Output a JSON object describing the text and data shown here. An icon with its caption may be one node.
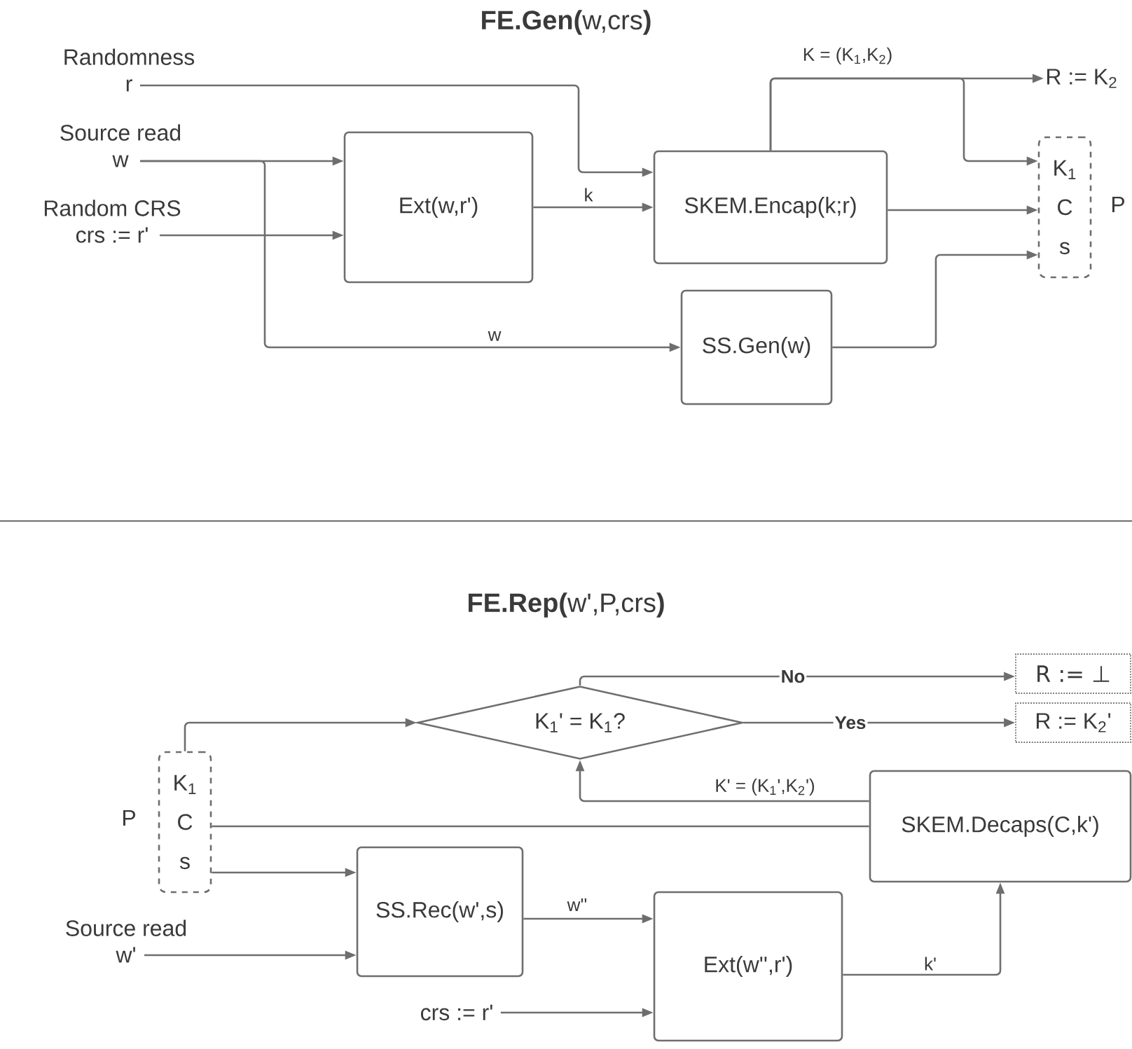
{
  "diagram": {
    "title": "**FE.Gen(**w,crs**)**",
    "nodes": [
      {
        "text": [
          "Randomness r"
        ]
      },
      {
        "text": [
          "Source read w"
        ]
      },
      {
        "text": [
          "Random CRS crs := r'"
        ]
      },
      {
        "text": [
          "Ext(w,r')"
        ]
      },
      {
        "text": [
          "SKEM.Encap(k;r)"
        ]
      },
      {
        "text": [
          "SS.Gen(w)"
        ]
      },
      {
        "text": [
          "R := K$_{2}$"
        ]
      },
      {
        "text": [
          "K$_{1}$",
          "C",
          "s"
        ],
        "beside": [
          "P"
        ]
      },
      {
        "text": [
          "K$_{1}$",
          "C",
          "s"
        ],
        "beside": [
          "P"
        ]
      },
      {
        "text": [
          "K$_{1}$' = K$_{1}$?"
        ]
      },
      {
        "text": [
          "R := ⊥"
        ]
      },
      {
        "text": [
          "R := K$_{2}$'"
        ]
      },
      {
        "text": [
          "SKEM.Decaps(C,k')"
        ]
      },
      {
        "text": [
          "SS.Rec(w',s)"
        ]
      },
      {
        "text": [
          "Source read w'"
        ]
      },
      {
        "text": [
          "Ext(w'',r')"
        ]
      },
      {
        "text": [
          "crs := r'"
        ]
      }
    ],
    "edges": [
      {
        "from": 0,
        "to": 4,
        "arrow": "to"
      },
      {
        "from": 1,
        "to": 3,
        "arrow": "to"
      },
      {
        "from": 1,
        "to": 5,
        "arrow": "to",
        "label": "w"
      },
      {
        "from": 2,
        "to": 3,
        "arrow": "to"
      },
      {
        "from": 3,
        "to": 4,
        "arrow": "to",
        "label": "k"
      },
      {
        "from": 4,
        "to": 6,
        "arrow": "to",
        "label": "K = (K$_{1}$,K$_{2}$)"
      },
      {
        "from": 4,
        "to": 7,
        "arrow": "to"
      },
      {
        "from": 4,
        "to": 7,
        "arrow": "to"
      },
      {
        "from": 5,
        "to": 7,
        "arrow": "to"
      },
      {
        "from": 8,
        "to": 9,
        "arrow": "to"
      },
      {
        "from": 9,
        "to": 10,
        "arrow": "to",
        "label": "No"
      },
      {
        "from": 9,
        "to": 11,
        "arrow": "to",
        "label": "Yes"
      },
      {
        "from": 12,
        "to": 9,
        "arrow": "to",
        "label": "K' = (K$_{1}$',K$_{2}$')"
      },
      {
        "from": 8,
        "to": 12,
        "arrow": "none"
      },
      {
        "from": 8,
        "to": 13,
        "arrow": "to"
      },
      {
        "from": 14,
        "to": 13,
        "arrow": "to"
      },
      {
        "from": 13,
        "to": 15,
        "arrow": "to",
        "label": "w''"
      },
      {
        "from": 16,
        "to": 15,
        "arrow": "to"
      },
      {
        "from": 15,
        "to": 12,
        "arrow": "to",
        "label": "k'"
      }
    ],
    "labels": [
      "**FE.Rep(**w',P,crs**)**"
    ]
  }
}
